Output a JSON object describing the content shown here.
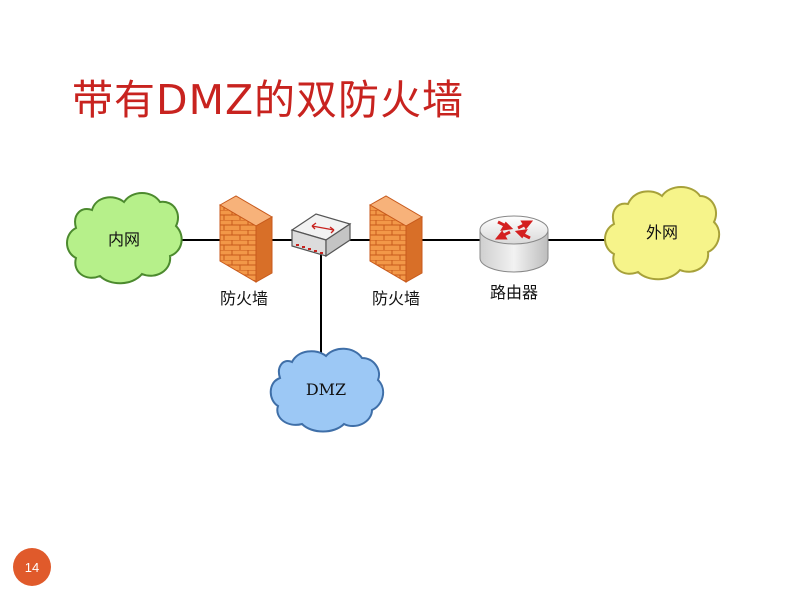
{
  "title": "带有DMZ的双防火墙",
  "page_number": "14",
  "colors": {
    "title": "#c8231f",
    "badge": "#e05a2b",
    "cloud_inner": "#b6f08a",
    "cloud_outer": "#f6f48a",
    "cloud_dmz": "#9cc8f5",
    "firewall": "#f0883a",
    "router": "#e8e8e8"
  },
  "nodes": {
    "inner_net": "内网",
    "firewall_1": "防火墙",
    "switch": "",
    "firewall_2": "防火墙",
    "router": "路由器",
    "outer_net": "外网",
    "dmz": "DMZ"
  },
  "icons": {
    "firewall": "firewall-icon",
    "switch": "switch-icon",
    "router": "router-icon",
    "cloud": "cloud-icon"
  }
}
